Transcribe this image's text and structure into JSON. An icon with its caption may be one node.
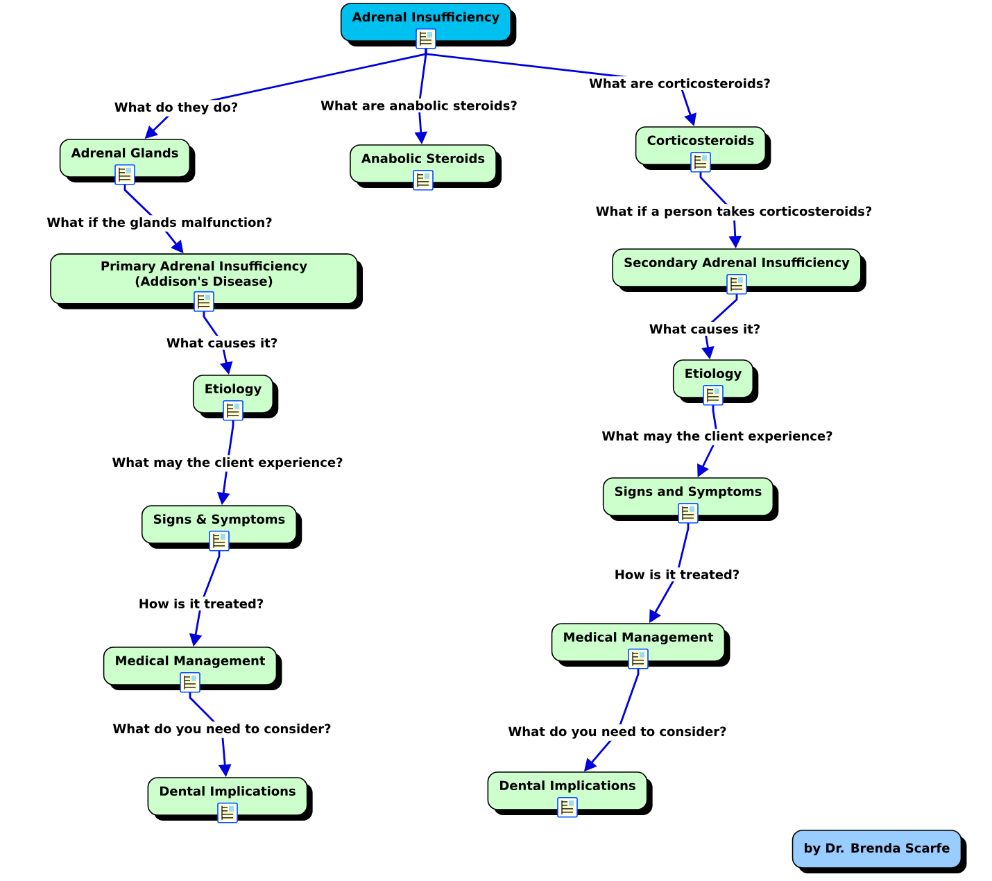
{
  "diagram": {
    "nodes": [
      {
        "text": [
          "Adrenal Insufficiency"
        ]
      },
      {
        "text": [
          "Adrenal Glands"
        ]
      },
      {
        "text": [
          "Anabolic Steroids"
        ]
      },
      {
        "text": [
          "Corticosteroids"
        ]
      },
      {
        "text": [
          "Primary Adrenal Insufficiency (Addison's Disease)"
        ]
      },
      {
        "text": [
          "Secondary Adrenal Insufficiency"
        ]
      },
      {
        "text": [
          "Etiology"
        ]
      },
      {
        "text": [
          "Etiology"
        ]
      },
      {
        "text": [
          "Signs & Symptoms"
        ]
      },
      {
        "text": [
          "Signs and Symptoms"
        ]
      },
      {
        "text": [
          "Medical Management"
        ]
      },
      {
        "text": [
          "Medical Management"
        ]
      },
      {
        "text": [
          "Dental Implications"
        ]
      },
      {
        "text": [
          "Dental Implications"
        ]
      },
      {
        "text": [
          "by Dr. Brenda Scarfe"
        ]
      }
    ],
    "edges": [
      {
        "from": 0,
        "to": 1,
        "arrow": "to",
        "label": "What do they do?"
      },
      {
        "from": 0,
        "to": 2,
        "arrow": "to",
        "label": "What are anabolic steroids?"
      },
      {
        "from": 0,
        "to": 3,
        "arrow": "to",
        "label": "What are corticosteroids?"
      },
      {
        "from": 1,
        "to": 4,
        "arrow": "to",
        "label": "What if the glands malfunction?"
      },
      {
        "from": 3,
        "to": 5,
        "arrow": "to",
        "label": "What if a person takes corticosteroids?"
      },
      {
        "from": 4,
        "to": 6,
        "arrow": "to",
        "label": "What causes it?"
      },
      {
        "from": 5,
        "to": 7,
        "arrow": "to",
        "label": "What causes it?"
      },
      {
        "from": 6,
        "to": 8,
        "arrow": "to",
        "label": "What may the client experience?"
      },
      {
        "from": 7,
        "to": 9,
        "arrow": "to",
        "label": "What may the client experience?"
      },
      {
        "from": 8,
        "to": 10,
        "arrow": "to",
        "label": "How is it treated?"
      },
      {
        "from": 9,
        "to": 11,
        "arrow": "to",
        "label": "How is it treated?"
      },
      {
        "from": 10,
        "to": 12,
        "arrow": "to",
        "label": "What do you need to consider?"
      },
      {
        "from": 11,
        "to": 13,
        "arrow": "to",
        "label": "What do you need to consider?"
      }
    ]
  }
}
